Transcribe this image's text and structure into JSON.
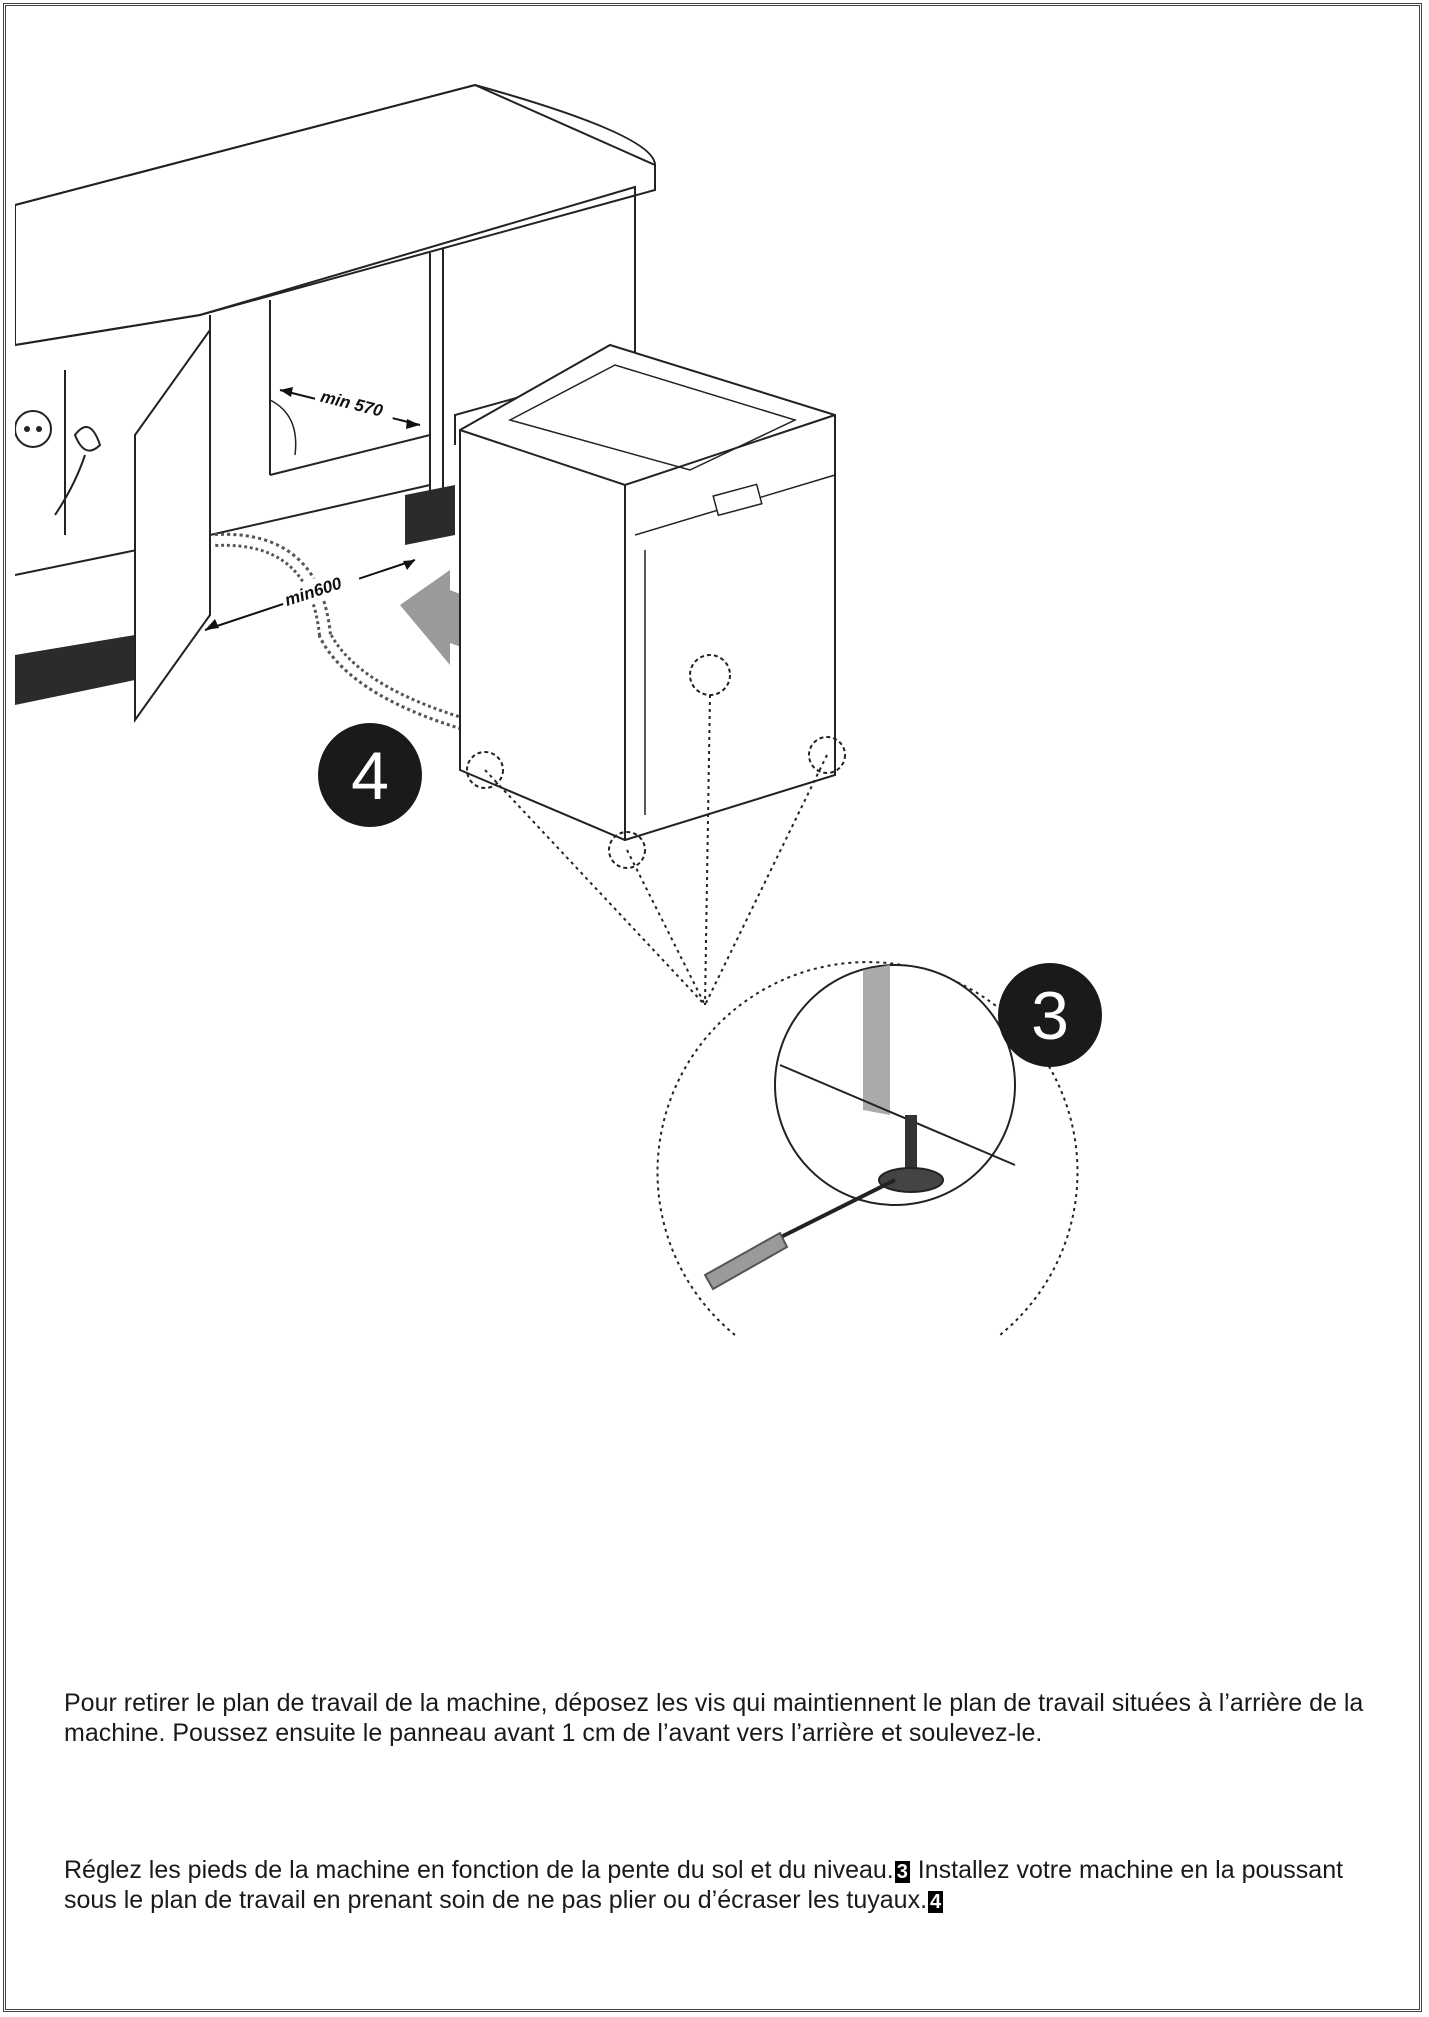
{
  "illustration": {
    "dimension_width_label": "min 570",
    "dimension_depth_label": "min600",
    "step_badge_install": "4",
    "step_badge_leveling": "3"
  },
  "instructions": {
    "paragraph_1": "Pour retirer le plan de travail de la machine, déposez les vis qui maintiennent le plan de travail situées à l’arrière de la machine. Poussez ensuite le panneau avant 1 cm de l’avant vers l’arrière et soulevez-le.",
    "paragraph_2_part1": "Réglez les pieds de la machine en fonction de la pente du sol et du niveau.",
    "paragraph_2_ref1": "3",
    "paragraph_2_part2": " Installez votre machine en la poussant sous le plan de travail en prenant soin de ne pas plier ou d’écraser les tuyaux.",
    "paragraph_2_ref2": "4"
  },
  "colors": {
    "badge": "#1a1a1a",
    "line": "#222222",
    "arrow": "#9a9a9a"
  }
}
